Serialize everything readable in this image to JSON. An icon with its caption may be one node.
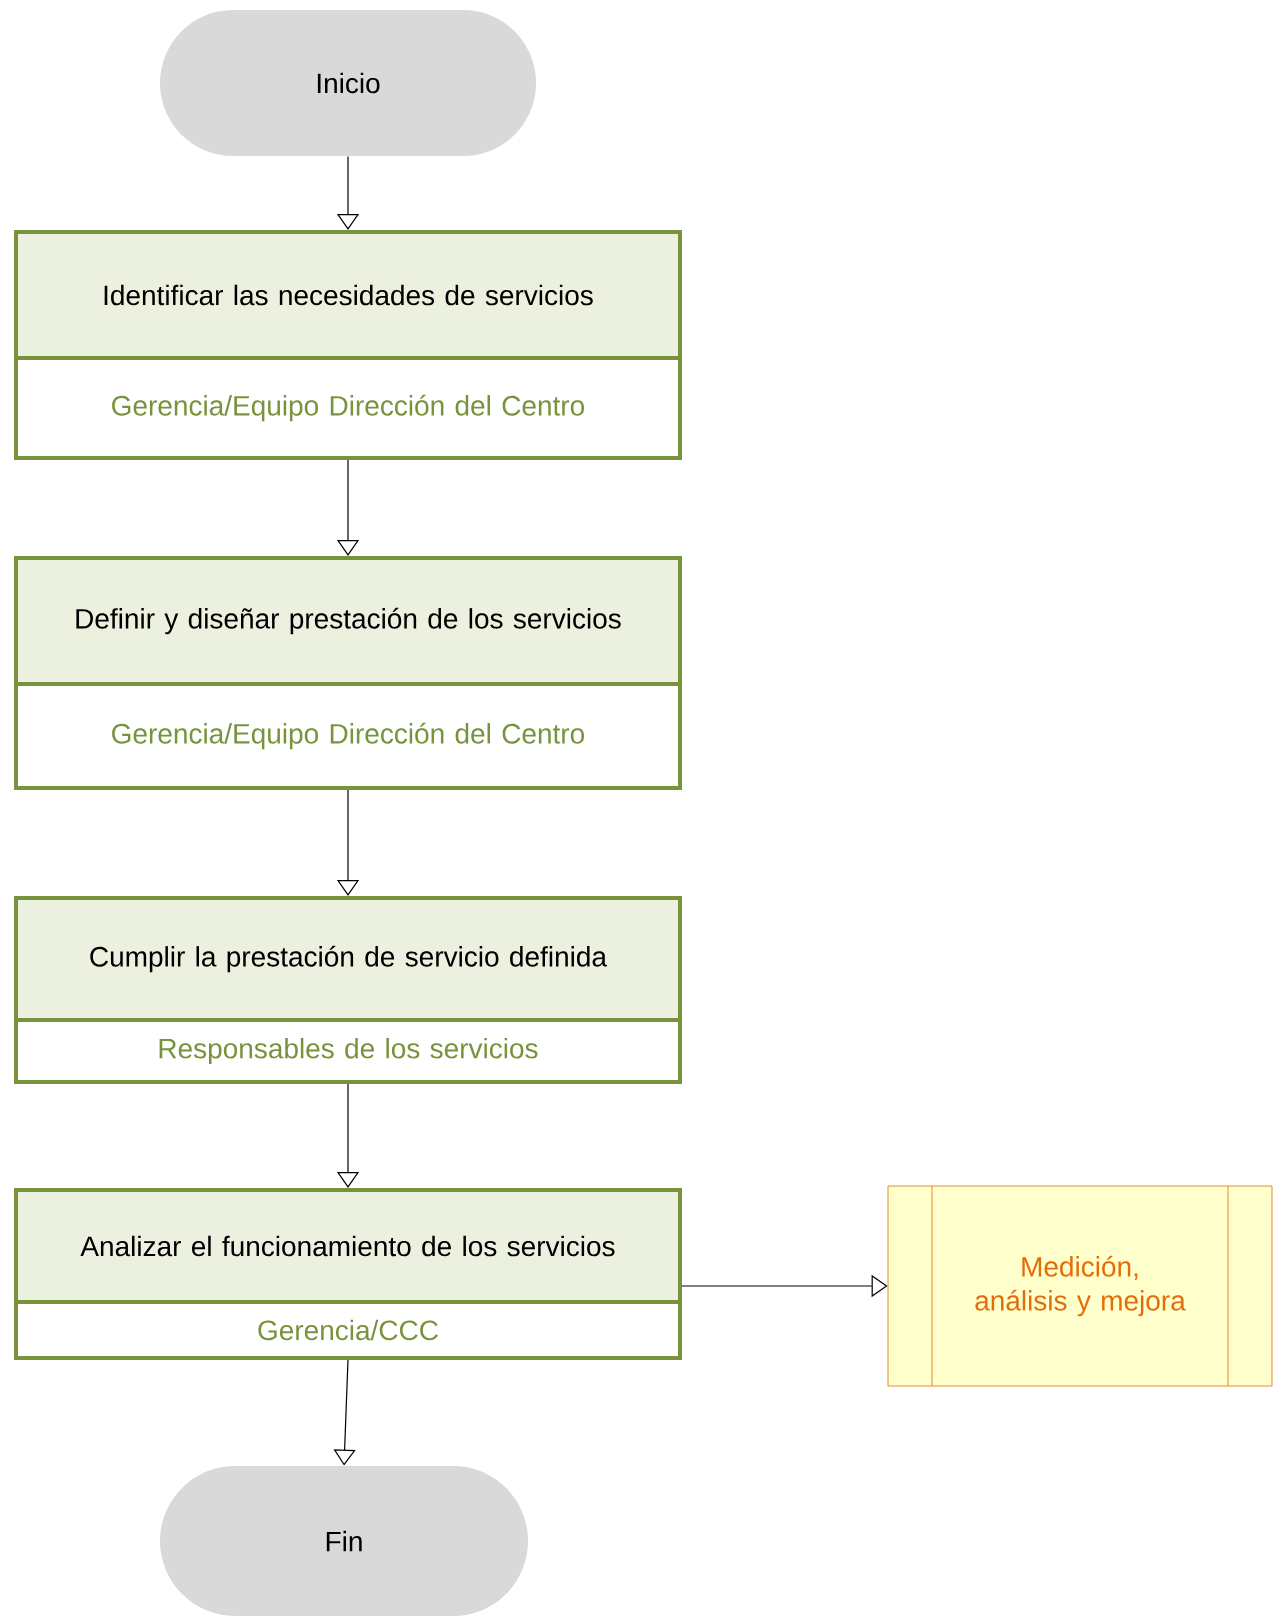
{
  "diagram": {
    "nodes": [
      {
        "text": [
          "Inicio"
        ]
      },
      {
        "text": [
          "Identificar las necesidades de servicios",
          "Gerencia/Equipo Dirección del Centro"
        ]
      },
      {
        "text": [
          "Definir y diseñar prestación de los servicios",
          "Gerencia/Equipo Dirección del Centro"
        ]
      },
      {
        "text": [
          "Cumplir la prestación de servicio definida",
          "Responsables de los servicios"
        ]
      },
      {
        "text": [
          "Analizar el funcionamiento de los servicios",
          "Gerencia/CCC"
        ]
      },
      {
        "text": [
          "Medición, análisis y mejora"
        ]
      },
      {
        "text": [
          "Fin"
        ]
      }
    ],
    "edges": [
      {
        "from": 0,
        "to": 1,
        "arrow": "to"
      },
      {
        "from": 1,
        "to": 2,
        "arrow": "to"
      },
      {
        "from": 2,
        "to": 3,
        "arrow": "to"
      },
      {
        "from": 3,
        "to": 4,
        "arrow": "to"
      },
      {
        "from": 4,
        "to": 5,
        "arrow": "to"
      },
      {
        "from": 4,
        "to": 6,
        "arrow": "to"
      }
    ]
  }
}
